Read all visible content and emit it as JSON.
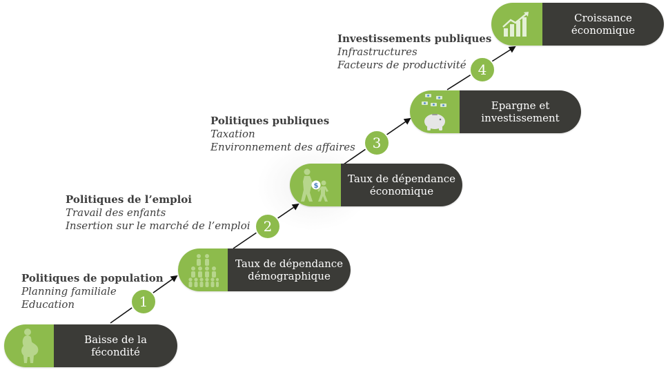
{
  "steps": [
    {
      "label": "Baisse de la fécondité",
      "icon": "pregnant-woman-icon"
    },
    {
      "label": "Taux de dépendance\ndémographique",
      "icon": "population-icon"
    },
    {
      "label": "Taux de dépendance\néconomique",
      "icon": "child-labor-icon"
    },
    {
      "label": "Epargne et\ninvestissement",
      "icon": "piggy-bank-icon"
    },
    {
      "label": "Croissance\néconomique",
      "icon": "growth-chart-icon"
    }
  ],
  "transitions": [
    {
      "number": "1",
      "title": "Politiques de population",
      "items": [
        "Planning familiale",
        "Education"
      ]
    },
    {
      "number": "2",
      "title": "Politiques de l’emploi",
      "items": [
        "Travail des enfants",
        "Insertion sur le marché de l’emploi"
      ]
    },
    {
      "number": "3",
      "title": "Politiques publiques",
      "items": [
        "Taxation",
        "Environnement des affaires"
      ]
    },
    {
      "number": "4",
      "title": "Investissements publiques",
      "items": [
        "Infrastructures",
        "Facteurs de productivité"
      ]
    }
  ],
  "colors": {
    "accent_green": "#8dbb4c",
    "dark_label": "#3b3b37",
    "text": "#3e3e3e"
  }
}
